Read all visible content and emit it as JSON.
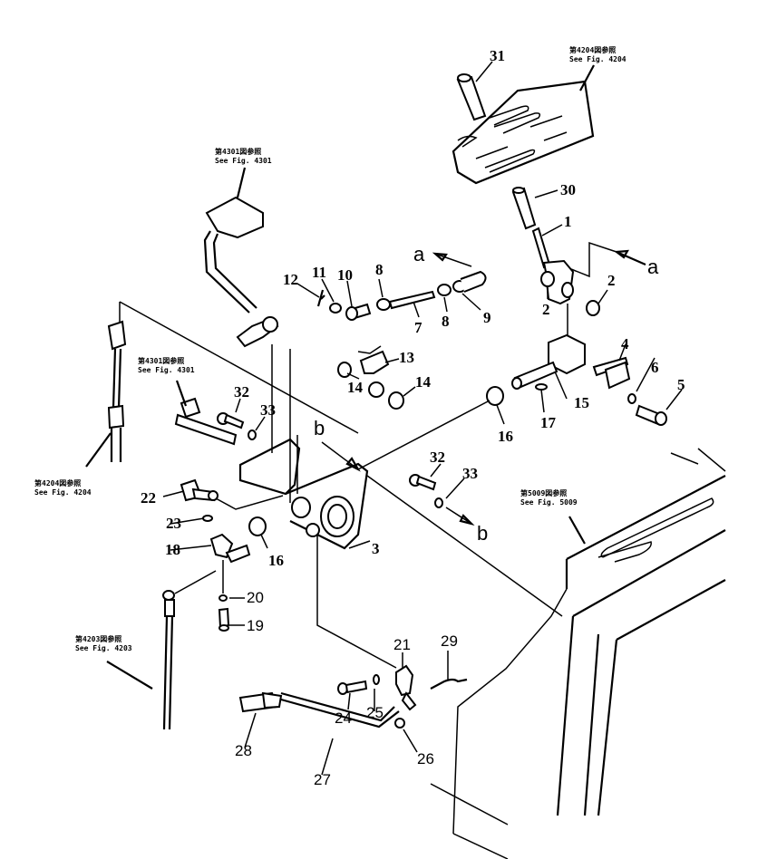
{
  "figure": {
    "title": "Exploded parts diagram - control lever linkage",
    "references": [
      {
        "id": "ref-4204-top",
        "line1": "第4204図参照",
        "line2": "See Fig. 4204"
      },
      {
        "id": "ref-4301-top",
        "line1": "第4301図参照",
        "line2": "See Fig. 4301"
      },
      {
        "id": "ref-4301-mid",
        "line1": "第4301図参照",
        "line2": "See Fig. 4301"
      },
      {
        "id": "ref-4204-left",
        "line1": "第4204図参照",
        "line2": "See Fig. 4204"
      },
      {
        "id": "ref-5009",
        "line1": "第5009図参照",
        "line2": "See Fig. 5009"
      },
      {
        "id": "ref-4203",
        "line1": "第4203図参照",
        "line2": "See Fig. 4203"
      }
    ],
    "connectors": {
      "a_top": "a",
      "a_right": "a",
      "b_top": "b",
      "b_right": "b"
    },
    "part_labels": {
      "p31": "31",
      "p30": "30",
      "p1": "1",
      "p2a": "2",
      "p2b": "2",
      "p12": "12",
      "p11": "11",
      "p10": "10",
      "p8a": "8",
      "p8b": "8",
      "p7": "7",
      "p9": "9",
      "p13": "13",
      "p14a": "14",
      "p14b": "14",
      "p4": "4",
      "p6": "6",
      "p5": "5",
      "p15": "15",
      "p17": "17",
      "p16a": "16",
      "p32a": "32",
      "p33a": "33",
      "p32b": "32",
      "p33b": "33",
      "p22": "22",
      "p23": "23",
      "p18": "18",
      "p16b": "16",
      "p3": "3",
      "p20": "20",
      "p19": "19",
      "p21": "21",
      "p29": "29",
      "p24": "24",
      "p25": "25",
      "p26": "26",
      "p28": "28",
      "p27": "27"
    }
  }
}
